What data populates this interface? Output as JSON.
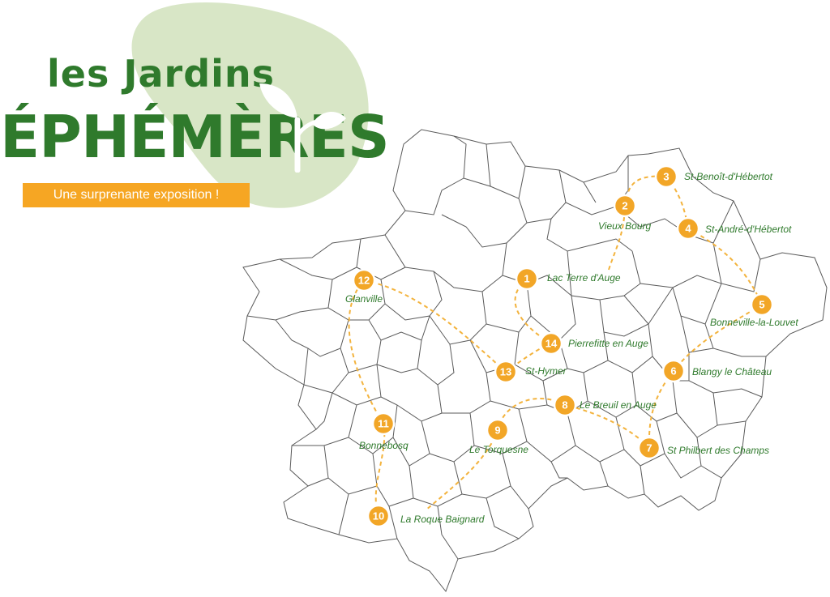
{
  "header": {
    "title_line1": "les Jardins",
    "title_line2": "ÉPHÉMÈRES",
    "tagline": "Une surprenante exposition !"
  },
  "colors": {
    "brand_green": "#2f7a2c",
    "blob_green": "#d8e6c6",
    "accent_orange": "#f2a627"
  },
  "stops": [
    {
      "num": "1",
      "name": "Lac Terre d'Auge"
    },
    {
      "num": "2",
      "name": "Vieux Bourg"
    },
    {
      "num": "3",
      "name": "St-Benoît-d'Hébertot"
    },
    {
      "num": "4",
      "name": "St-André-d'Hébertot"
    },
    {
      "num": "5",
      "name": "Bonneville-la-Louvet"
    },
    {
      "num": "6",
      "name": "Blangy le Château"
    },
    {
      "num": "7",
      "name": "St Philbert des Champs"
    },
    {
      "num": "8",
      "name": "Le Breuil en Auge"
    },
    {
      "num": "9",
      "name": "Le Torquesne"
    },
    {
      "num": "10",
      "name": "La Roque Baignard"
    },
    {
      "num": "11",
      "name": "Bonnebosq"
    },
    {
      "num": "12",
      "name": "Glanville"
    },
    {
      "num": "13",
      "name": "St-Hymer"
    },
    {
      "num": "14",
      "name": "Pierrefitte en Auge"
    }
  ]
}
